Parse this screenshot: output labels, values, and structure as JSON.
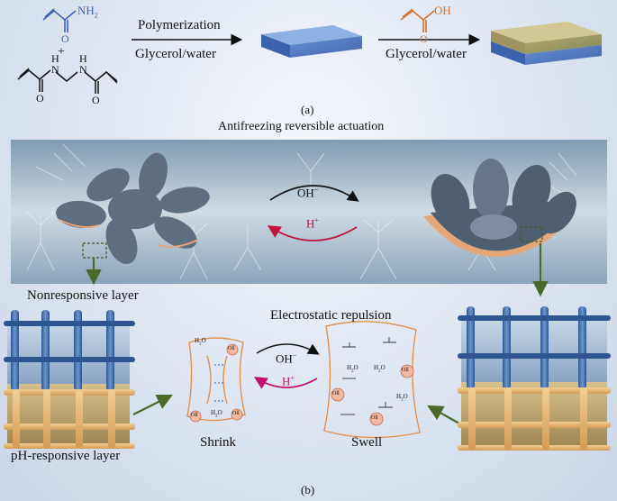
{
  "panel_a": {
    "step1_top": "Polymerization",
    "step1_bottom": "Glycerol/water",
    "step2_bottom": "Glycerol/water",
    "plus": "+",
    "nh2": "NH",
    "nh2_sub": "2",
    "nh": "N",
    "h": "H",
    "o": "O",
    "oh": "OH",
    "caption": "(a)"
  },
  "panel_b": {
    "title": "Antifreezing reversible actuation",
    "oh_minus": "OH",
    "h_plus": "H",
    "nonresponsive_layer": "Nonresponsive layer",
    "ph_responsive_layer": "pH-responsive layer",
    "electrostatic_repulsion": "Electrostatic repulsion",
    "shrink": "Shrink",
    "swell": "Swell",
    "h2o": "H",
    "gly": "Oll",
    "caption": "(b)"
  },
  "colors": {
    "blue_monomer": "#3b63b3",
    "orange_monomer": "#d6702a",
    "oh_arrow": "#222222",
    "h_arrow": "#c0143c",
    "green_arrow": "#4a6a2a",
    "pink_arrow": "#c01070"
  }
}
